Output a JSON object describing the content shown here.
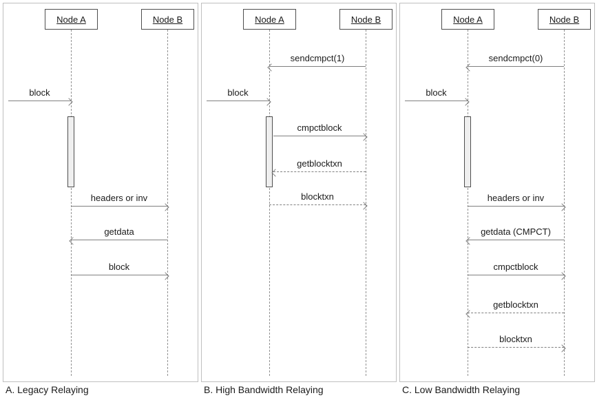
{
  "panels": [
    {
      "id": "A",
      "caption": "A. Legacy Relaying",
      "node_a": "Node A",
      "node_b": "Node B",
      "messages": [
        {
          "label": "block",
          "from": "external",
          "to": "Node A",
          "line": "solid",
          "direction": "right"
        },
        {
          "label": "headers or inv",
          "from": "Node A",
          "to": "Node B",
          "line": "solid",
          "direction": "right"
        },
        {
          "label": "getdata",
          "from": "Node B",
          "to": "Node A",
          "line": "solid",
          "direction": "left"
        },
        {
          "label": "block",
          "from": "Node A",
          "to": "Node B",
          "line": "solid",
          "direction": "right"
        }
      ]
    },
    {
      "id": "B",
      "caption": "B. High Bandwidth Relaying",
      "node_a": "Node A",
      "node_b": "Node B",
      "messages": [
        {
          "label": "sendcmpct(1)",
          "from": "Node B",
          "to": "Node A",
          "line": "solid",
          "direction": "left"
        },
        {
          "label": "block",
          "from": "external",
          "to": "Node A",
          "line": "solid",
          "direction": "right"
        },
        {
          "label": "cmpctblock",
          "from": "Node A",
          "to": "Node B",
          "line": "solid",
          "direction": "right"
        },
        {
          "label": "getblocktxn",
          "from": "Node B",
          "to": "Node A",
          "line": "dashed",
          "direction": "left"
        },
        {
          "label": "blocktxn",
          "from": "Node A",
          "to": "Node B",
          "line": "dashed",
          "direction": "right"
        }
      ]
    },
    {
      "id": "C",
      "caption": "C. Low Bandwidth Relaying",
      "node_a": "Node A",
      "node_b": "Node B",
      "messages": [
        {
          "label": "sendcmpct(0)",
          "from": "Node B",
          "to": "Node A",
          "line": "solid",
          "direction": "left"
        },
        {
          "label": "block",
          "from": "external",
          "to": "Node A",
          "line": "solid",
          "direction": "right"
        },
        {
          "label": "headers or inv",
          "from": "Node A",
          "to": "Node B",
          "line": "solid",
          "direction": "right"
        },
        {
          "label": "getdata (CMPCT)",
          "from": "Node B",
          "to": "Node A",
          "line": "solid",
          "direction": "left"
        },
        {
          "label": "cmpctblock",
          "from": "Node A",
          "to": "Node B",
          "line": "solid",
          "direction": "right"
        },
        {
          "label": "getblocktxn",
          "from": "Node B",
          "to": "Node A",
          "line": "dashed",
          "direction": "left"
        },
        {
          "label": "blocktxn",
          "from": "Node A",
          "to": "Node B",
          "line": "dashed",
          "direction": "right"
        }
      ]
    }
  ],
  "colors": {
    "arrow_line": "#7f7f7f",
    "lifeline": "#919191",
    "node_border": "#4d4d4d",
    "panel_border": "#bfbfbf",
    "activation_fill": "#efefef",
    "text": "#1a1a1a"
  }
}
